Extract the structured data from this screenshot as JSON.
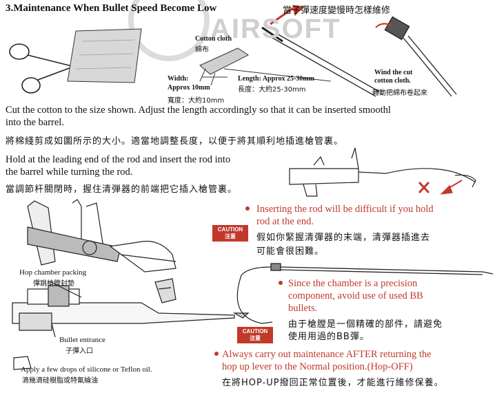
{
  "header": {
    "title": "3.Maintenance When Bullet Speed Become Low",
    "title_zh": "當子彈速度變慢時怎樣維修"
  },
  "watermark": {
    "text": "AIRSOFT"
  },
  "fig1": {
    "cotton_label": "Cotton cloth",
    "cotton_label_zh": "綿布",
    "width_label": "Width:",
    "width_value": "Approx 10mm",
    "width_zh": "寬度：大約10mm",
    "length_label": "Length: Approx 25-30mm",
    "length_zh": "長度：大約25-30mm",
    "wind_label_1": "Wind the cut",
    "wind_label_2": "cotton cloth.",
    "wind_zh": "轉動把綿布卷起來"
  },
  "step1": {
    "line1": "Cut the cotton to the size shown. Adjust the length accordingly so that it can be inserted smoothl",
    "line2": "into the barrel.",
    "zh": "將棉綫剪成如圖所示的大小。適當地調整長度，以便于將其順利地插進槍管裏。"
  },
  "step2": {
    "line1": "Hold at the leading end of the rod and insert the rod into",
    "line2": "the barrel while turning the rod.",
    "zh": "當調節杆關閉時，握住清弾器的前端把它插入槍管裏。"
  },
  "caution_box": {
    "en": "CAUTION",
    "zh": "注意"
  },
  "notes": {
    "n1_line1": "Inserting the rod will be difficult if you hold",
    "n1_line2": "rod at the end.",
    "n1_zh_1": "假如你緊握清彈器的末端，清彈器插進去",
    "n1_zh_2": "可能會很困難。",
    "n2_line1": "Since the chamber is a precision",
    "n2_line2": "component, avoid use of used BB",
    "n2_line3": "bullets.",
    "n2_zh_1": "由于槍膛是一個精確的部件，請避免",
    "n2_zh_2": "使用用過的BB彈。",
    "n3_line1": "Always carry out maintenance AFTER returning the",
    "n3_line2": "hop up lever to the Normal position.(Hop-OFF)",
    "n3_zh": "在將HOP-UP撥回正常位置後，才能進行維修保養。"
  },
  "fig3": {
    "hop_label": "Hop chamber packing",
    "hop_zh": "彈跳槍膛封墊",
    "entrance_label": "Bullet entrance",
    "entrance_zh": "子彈入口",
    "oil_label": "Apply a few drops of silicone or Teflon oil.",
    "oil_zh": "滴幾滴硅樹脂或特氟綸油"
  },
  "colors": {
    "accent": "#c0392b",
    "text": "#111111",
    "watermark": "#cfcfcf"
  }
}
